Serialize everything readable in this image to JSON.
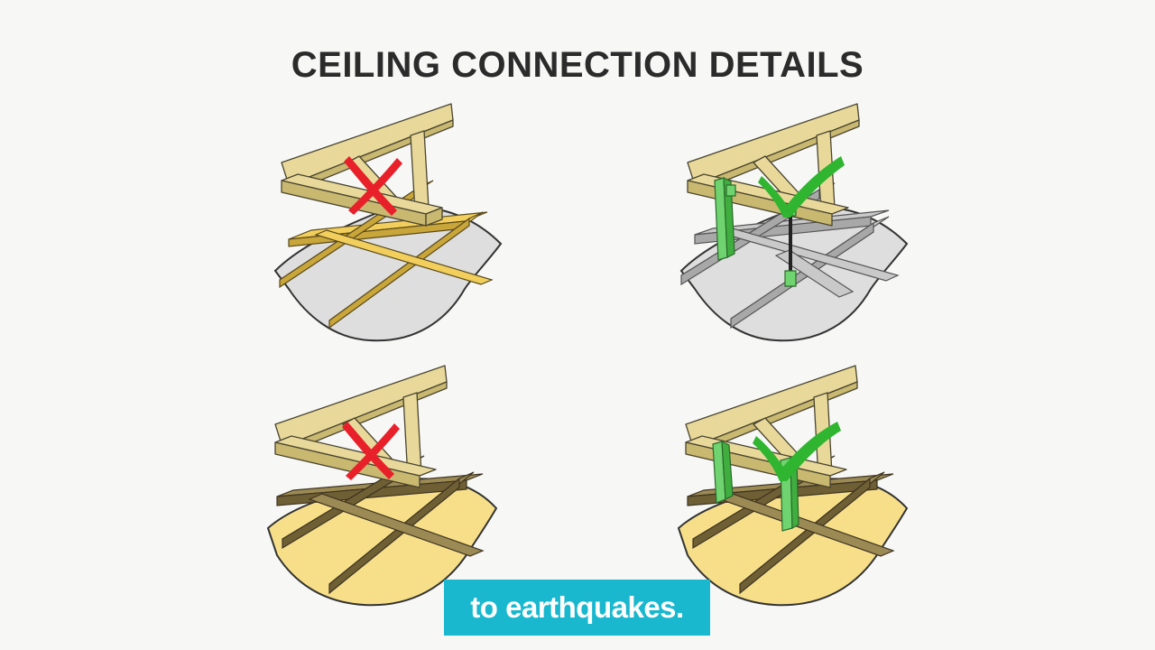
{
  "title": "CEILING CONNECTION DETAILS",
  "caption": "to earthquakes.",
  "panels": [
    {
      "position": "top-left",
      "ceiling": "grey board, yellow timber battens",
      "marker": "x-mark",
      "marker_color": "#e8202a"
    },
    {
      "position": "top-right",
      "ceiling": "grey board, steel channels",
      "marker": "check-mark",
      "marker_color": "#2fb52f"
    },
    {
      "position": "bottom-left",
      "ceiling": "yellow board, brown timber battens",
      "marker": "x-mark",
      "marker_color": "#e8202a"
    },
    {
      "position": "bottom-right",
      "ceiling": "yellow board, brown timber battens",
      "marker": "check-mark",
      "marker_color": "#2fb52f"
    }
  ],
  "colors": {
    "background": "#f7f7f6",
    "title": "#2b2b2b",
    "caption_bg": "#1ab8cf",
    "caption_text": "#ffffff",
    "truss_timber": "#e8d99a",
    "connector_green": "#6fd36f",
    "grey_ceiling": "#dedede",
    "yellow_ceiling": "#f7df8a"
  }
}
